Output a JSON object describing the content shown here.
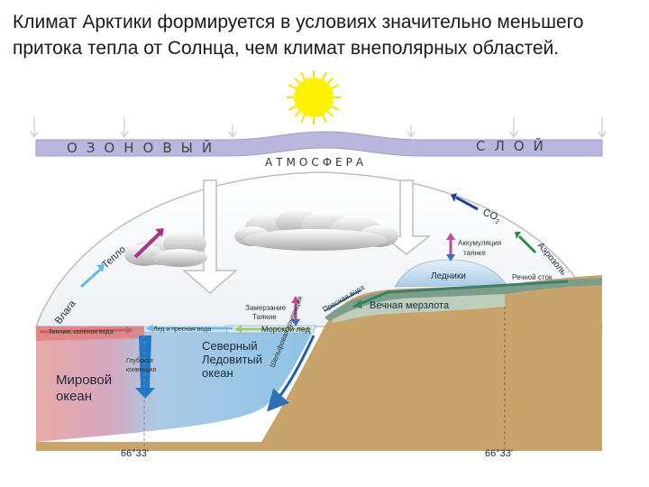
{
  "caption": "Климат Арктики формируется в условиях значительно меньшего притока тепла от Солнца, чем климат внеполярных областей.",
  "diagram": {
    "ozone_left": "ОЗОНОВЫЙ",
    "ozone_right": "СЛОЙ",
    "atmosphere": "АТМОСФЕРА",
    "co2": "CO",
    "co2_sub": "2",
    "aerosol": "Аэрозоль",
    "heat": "Тепло",
    "moisture": "Влага",
    "accumulation": "Аккумуляция",
    "thaw": "таянке",
    "glaciers": "Ледники",
    "river_runoff": "Речной сток",
    "fresh_water": "Пресная вода",
    "permafrost": "Вечная мерзлота",
    "freezing": "Замерзание",
    "melting": "Таяние",
    "sea_ice": "Морской лед",
    "warm_salty_water": "Теплая, соленая вода",
    "ice_fresh_water": "Лед и пресная вода",
    "deep_convection": "Глубокая конвекция",
    "shelf_convection": "Шельфовая конвекция",
    "arctic_ocean": "Северный Ледовитый океан",
    "world_ocean": "Мировой океан",
    "lat_left": "66°33'",
    "lat_right": "66°33'"
  },
  "colors": {
    "ozone": "#b9b7dd",
    "sun": "#fff200",
    "land": "#c8a46c",
    "ocean": "#9cc8e6",
    "warm_water": "#e59a98",
    "permafrost": "#8fae9e",
    "glacier": "#c9def0"
  }
}
